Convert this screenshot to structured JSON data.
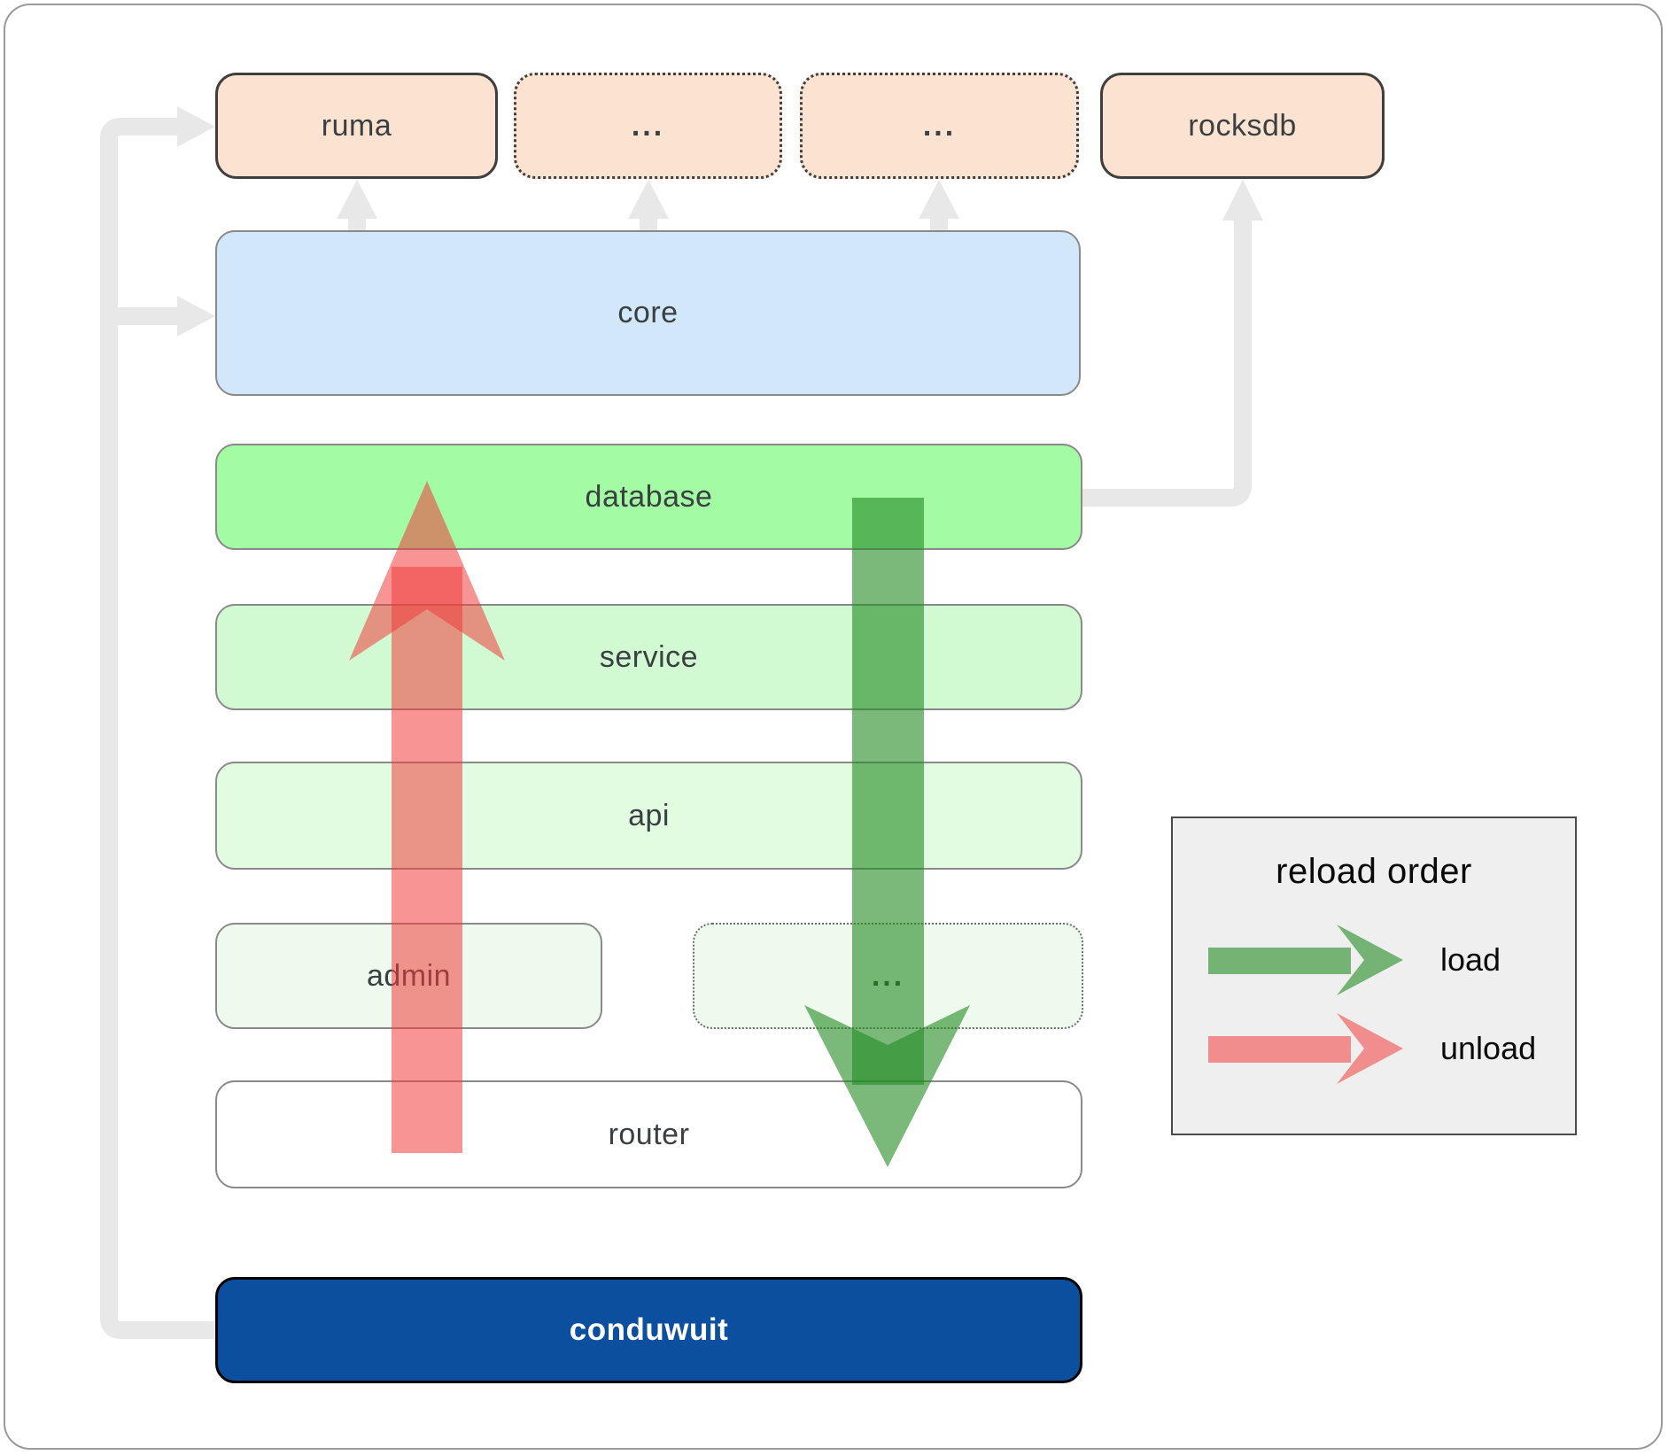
{
  "boxes": {
    "ruma": {
      "label": "ruma"
    },
    "crates_more_1": {
      "label": "..."
    },
    "crates_more_2": {
      "label": "..."
    },
    "rocksdb": {
      "label": "rocksdb"
    },
    "core": {
      "label": "core"
    },
    "database": {
      "label": "database"
    },
    "service": {
      "label": "service"
    },
    "api": {
      "label": "api"
    },
    "admin": {
      "label": "admin"
    },
    "services_more": {
      "label": "..."
    },
    "router": {
      "label": "router"
    },
    "conduwuit": {
      "label": "conduwuit"
    }
  },
  "legend": {
    "title": "reload order",
    "load_label": "load",
    "unload_label": "unload"
  },
  "colors": {
    "load_arrow": "#228b22",
    "unload_arrow": "#f03c3c",
    "connector": "#e8e8e8",
    "crate_fill": "#fce3d1",
    "core_fill": "#d3e7fa",
    "database_fill": "#a3fba3",
    "service_fill": "#d2fad2",
    "api_fill": "#e2fce2",
    "admin_fill": "#eefaee",
    "router_fill": "#ffffff",
    "conduwuit_fill": "#0c4f9e",
    "legend_fill": "#efefef"
  }
}
